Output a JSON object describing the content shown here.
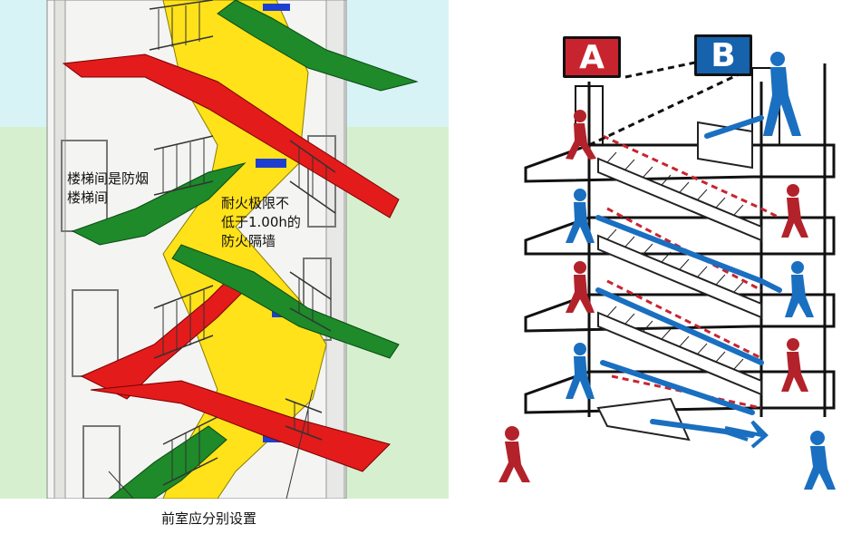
{
  "labels": {
    "stairwell": "楼梯间是防烟\n楼梯间",
    "fire_wall": "耐火极限不\n低于1.00h的\n防火隔墙",
    "vestibule": "前室应分别设置"
  },
  "signs": {
    "a": "A",
    "b": "B"
  },
  "colors": {
    "sky": "#d8f3f6",
    "grass": "#d6f0cf",
    "red_stair": "#e31b1b",
    "green_stair": "#1e8a2a",
    "yellow_wall": "#ffe21a",
    "sign_red": "#c8242f",
    "sign_blue": "#1662ad",
    "person_red": "#b3222a",
    "person_blue": "#1a6fc0"
  },
  "icons": [
    "person-red-icon",
    "person-blue-icon",
    "arrow-right-icon"
  ]
}
